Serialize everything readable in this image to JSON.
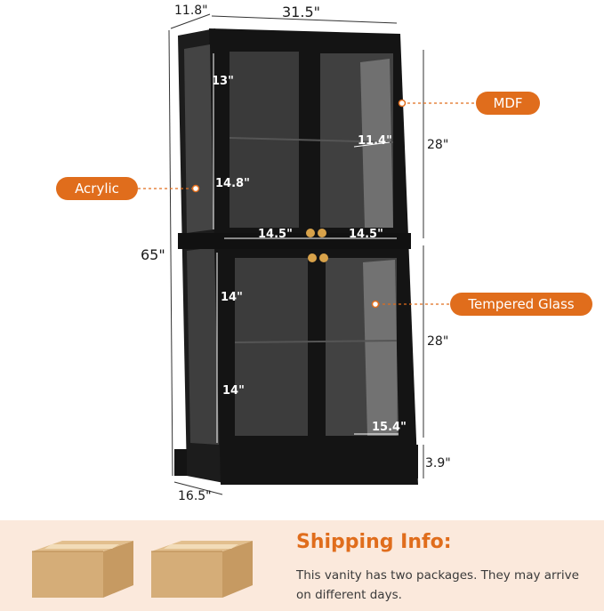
{
  "colors": {
    "accent": "#e06d1c",
    "cabinet": "#141414",
    "glass": "#3a3a3a",
    "footer_bg": "#fbe9dc",
    "box": "#d5ad78"
  },
  "dimensions": {
    "depth_top": "11.8\"",
    "width_top": "31.5\"",
    "height_total": "65\"",
    "upper_height": "28\"",
    "lower_height": "28\"",
    "leg_height": "3.9\"",
    "depth_bottom": "16.5\"",
    "upper_shelf_top": "13\"",
    "upper_shelf_bottom": "14.8\"",
    "lower_shelf_top": "14\"",
    "lower_shelf_bottom": "14\"",
    "left_door_width": "14.5\"",
    "right_door_width": "14.5\"",
    "upper_shelf_depth": "11.4\"",
    "lower_shelf_depth": "15.4\""
  },
  "callouts": {
    "mdf": "MDF",
    "acrylic": "Acrylic",
    "tempered_glass": "Tempered Glass"
  },
  "shipping": {
    "title": "Shipping Info:",
    "body": "This vanity has two packages. They may arrive on different days."
  }
}
